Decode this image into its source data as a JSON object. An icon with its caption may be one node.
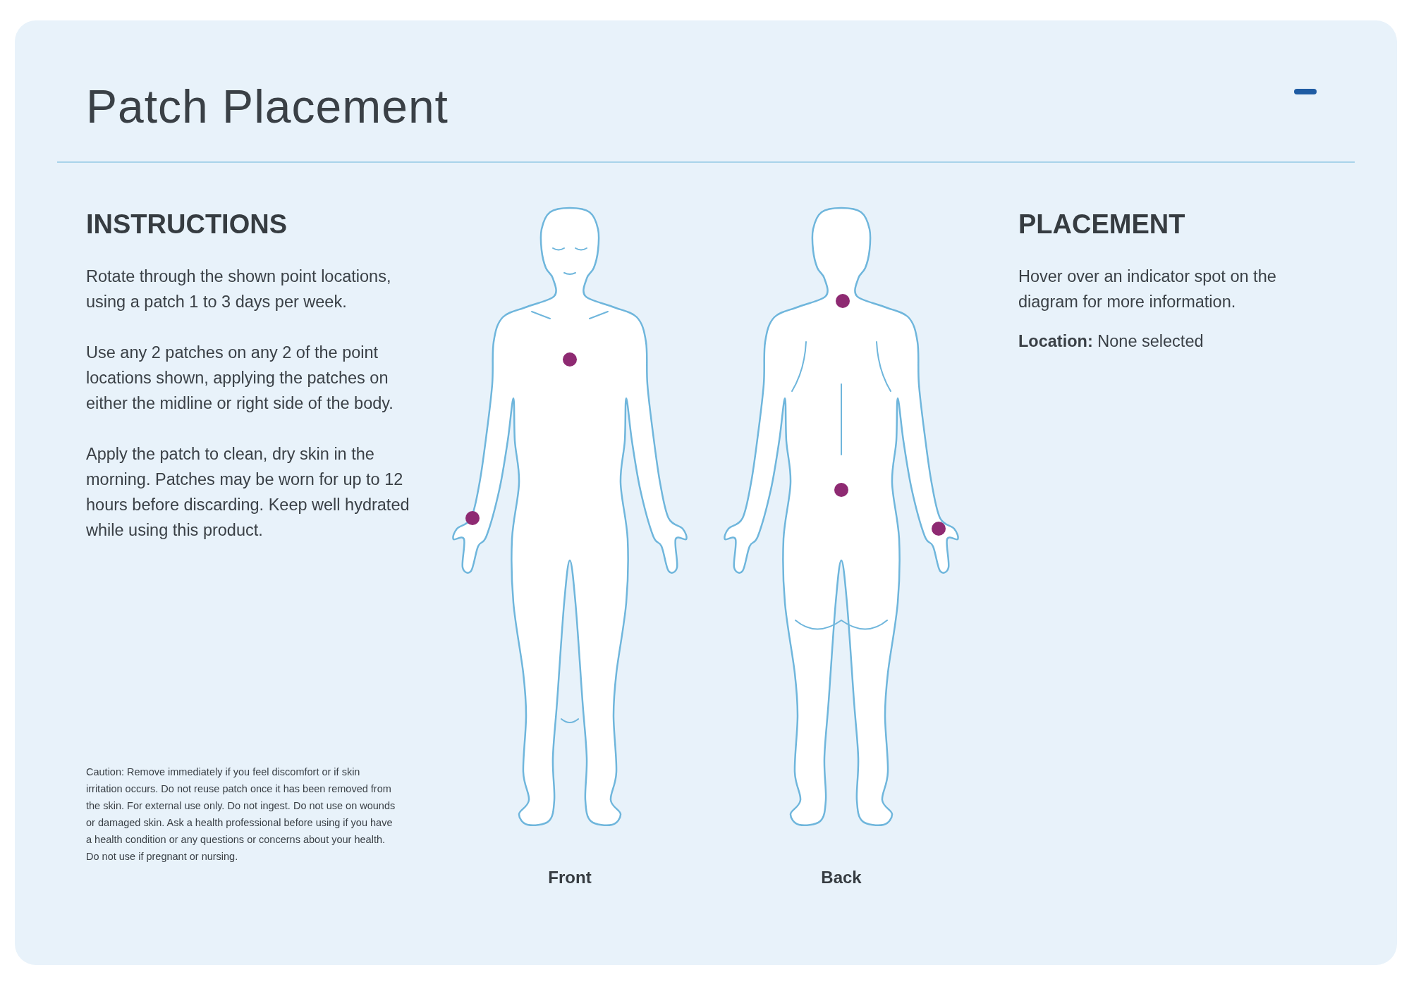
{
  "diagram": {
    "title": "Patch Placement",
    "nodes": [
      {
        "text": [],
        "shape": "picture",
        "beside": [
          "Front"
        ]
      },
      {
        "text": [],
        "shape": "picture",
        "beside": [
          "Back"
        ]
      }
    ],
    "labels": [
      "INSTRUCTIONS",
      "Rotate through the shown point locations, using a patch 1 to 3 days per week.",
      "Use any 2 patches on any 2 of the point locations shown, applying the patches on either the midline or right side of the body.",
      "Apply the patch to clean, dry skin in the morning. Patches may be worn for up to 12 hours before discarding. Keep well hydrated while using this product.",
      "Caution: Remove immediately if you feel discomfort or if skin irritation occurs. Do not reuse patch once it has been removed from the skin. For external use only. Do not ingest. Do not use on wounds or damaged skin. Ask a health professional before using if you have a health condition or any questions or concerns about your health. Do not use if pregnant or nursing.",
      "PLACEMENT",
      "Hover over an indicator spot on the diagram for more information.",
      "**Location:** None selected"
    ]
  }
}
